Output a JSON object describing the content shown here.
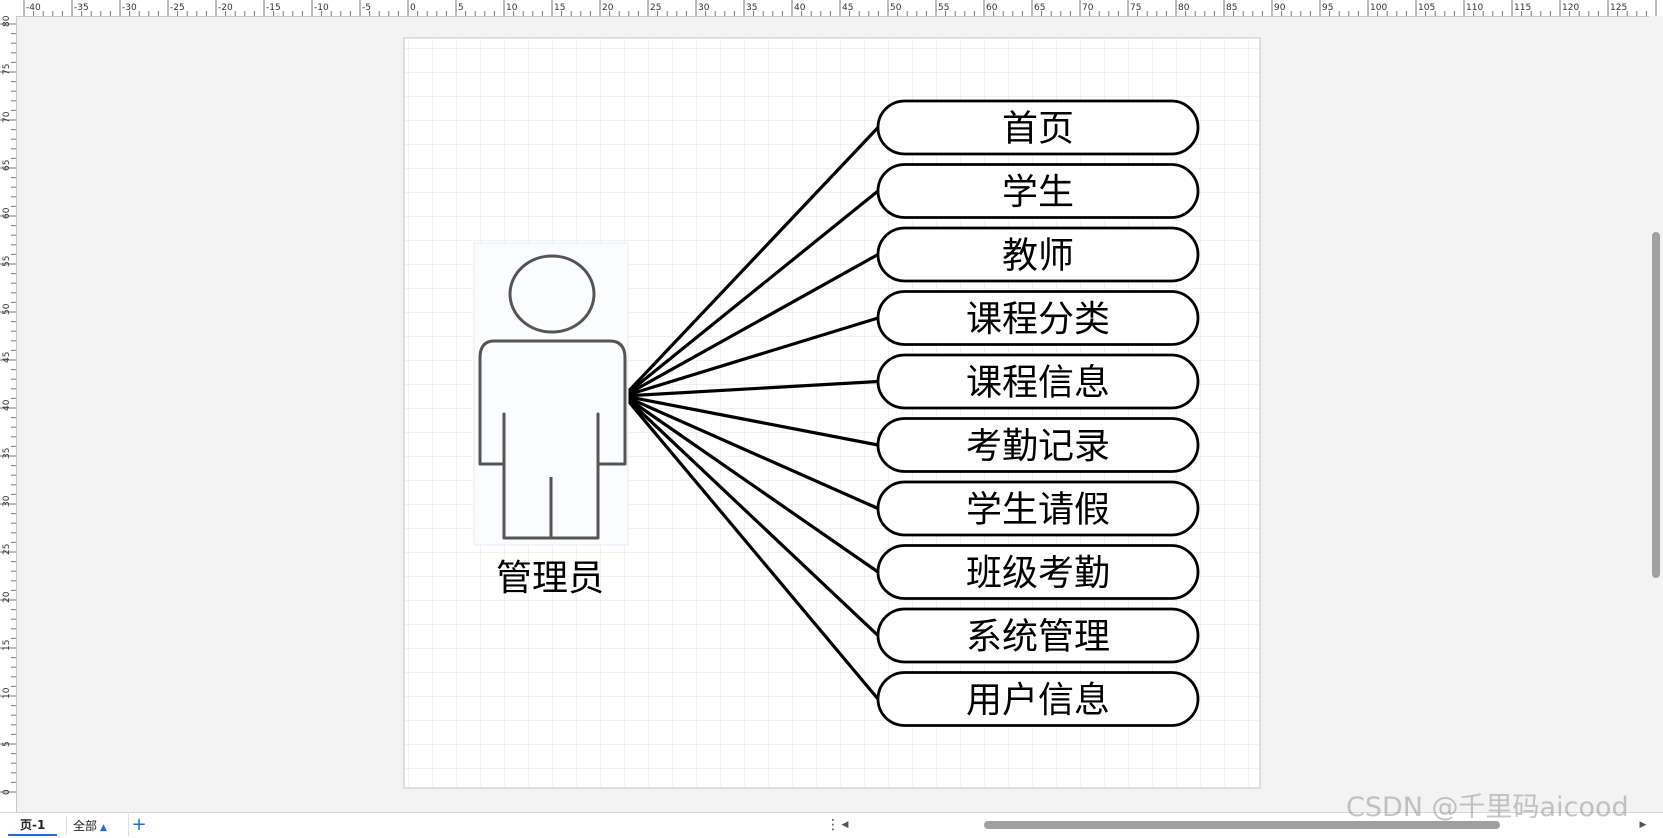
{
  "ruler": {
    "top_labels": [
      "-40",
      "-35",
      "-30",
      "-25",
      "-20",
      "-15",
      "-10",
      "-5",
      "0",
      "5",
      "10",
      "15",
      "20",
      "25",
      "30",
      "35",
      "40",
      "45",
      "50",
      "55",
      "60",
      "65",
      "70",
      "75",
      "80",
      "85",
      "90",
      "95",
      "100",
      "105",
      "110",
      "115",
      "120",
      "125"
    ],
    "left_labels": [
      "80",
      "75",
      "70",
      "65",
      "60",
      "55",
      "50",
      "45",
      "40",
      "35",
      "30",
      "25",
      "20",
      "15",
      "10",
      "5",
      "0"
    ]
  },
  "diagram": {
    "actor_label": "管理员",
    "use_cases": [
      "首页",
      "学生",
      "教师",
      "课程分类",
      "课程信息",
      "考勤记录",
      "学生请假",
      "班级考勤",
      "系统管理",
      "用户信息"
    ]
  },
  "bottombar": {
    "page_tab": "页-1",
    "all_pages": "全部",
    "add_page": "+",
    "more": "⋮"
  },
  "watermark": "CSDN @千里码aicood",
  "colors": {
    "accent": "#1e6fd9",
    "grid_line": "#d9d9d9",
    "page_background": "#ffffff",
    "stroke": "#000000"
  }
}
